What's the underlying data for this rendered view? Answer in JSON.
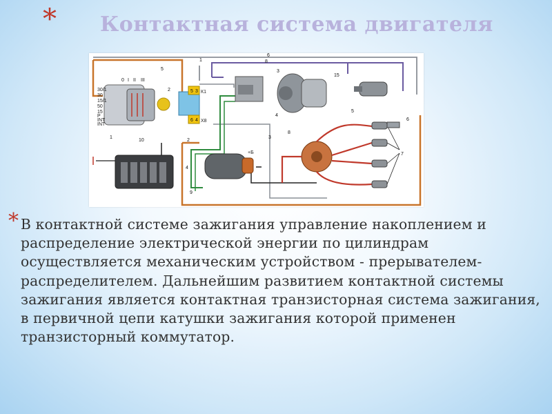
{
  "slide": {
    "title_bullet": "*",
    "title": "Контактная система двигателя",
    "body_bullet": "*",
    "body_text": "В контактной системе зажигания управление накоплением и распределение электрической энергии по цилиндрам осуществляется механическим устройством - прерывателем-распределителем. Дальнейшим развитием контактной системы зажигания является контактная транзисторная система зажигания, в первичной цепи катушки зажигания которой применен транзисторный коммутатор."
  },
  "diagram": {
    "colors": {
      "wire_orange": "#c8742a",
      "wire_grey": "#8a8f96",
      "wire_purple": "#6a5aa0",
      "wire_green": "#2e8b3e",
      "wire_red": "#c0392b",
      "connector_blue": "#7ec3e6",
      "connector_yellow": "#f1c40f"
    },
    "callouts": [
      "1",
      "2",
      "3",
      "4",
      "5",
      "6",
      "7",
      "8",
      "9",
      "10",
      "15"
    ],
    "switch_positions": [
      "0",
      "I",
      "II",
      "III"
    ],
    "terminals_left": [
      "30/1",
      "30",
      "15/1",
      "50",
      "15",
      "Р",
      "INT",
      "INT"
    ],
    "connector_labels": {
      "k1": "К1",
      "x8": "Х8",
      "k1_top": [
        "5",
        "3"
      ],
      "x8_top": [
        "6",
        "4"
      ]
    },
    "coil_plus": "+Б",
    "wire_marks": [
      "5",
      "6",
      "1",
      "2",
      "3",
      "4",
      "8"
    ]
  }
}
